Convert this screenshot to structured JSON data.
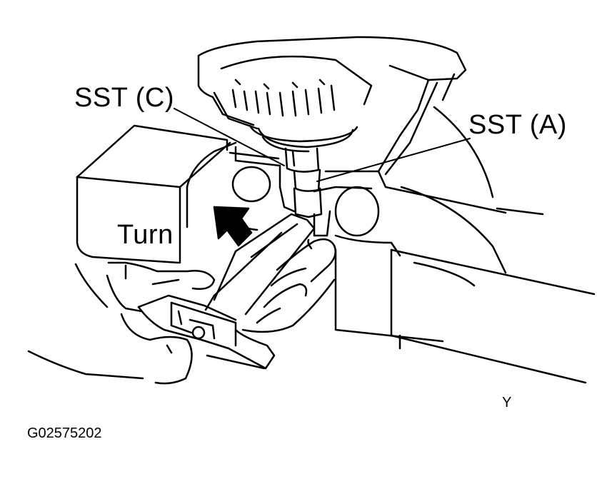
{
  "labels": {
    "sst_c": "SST (C)",
    "sst_a": "SST (A)",
    "turn": "Turn",
    "corner_mark": "Y",
    "figure_code": "G02575202"
  },
  "colors": {
    "ink": "#000000",
    "paper": "#ffffff"
  }
}
